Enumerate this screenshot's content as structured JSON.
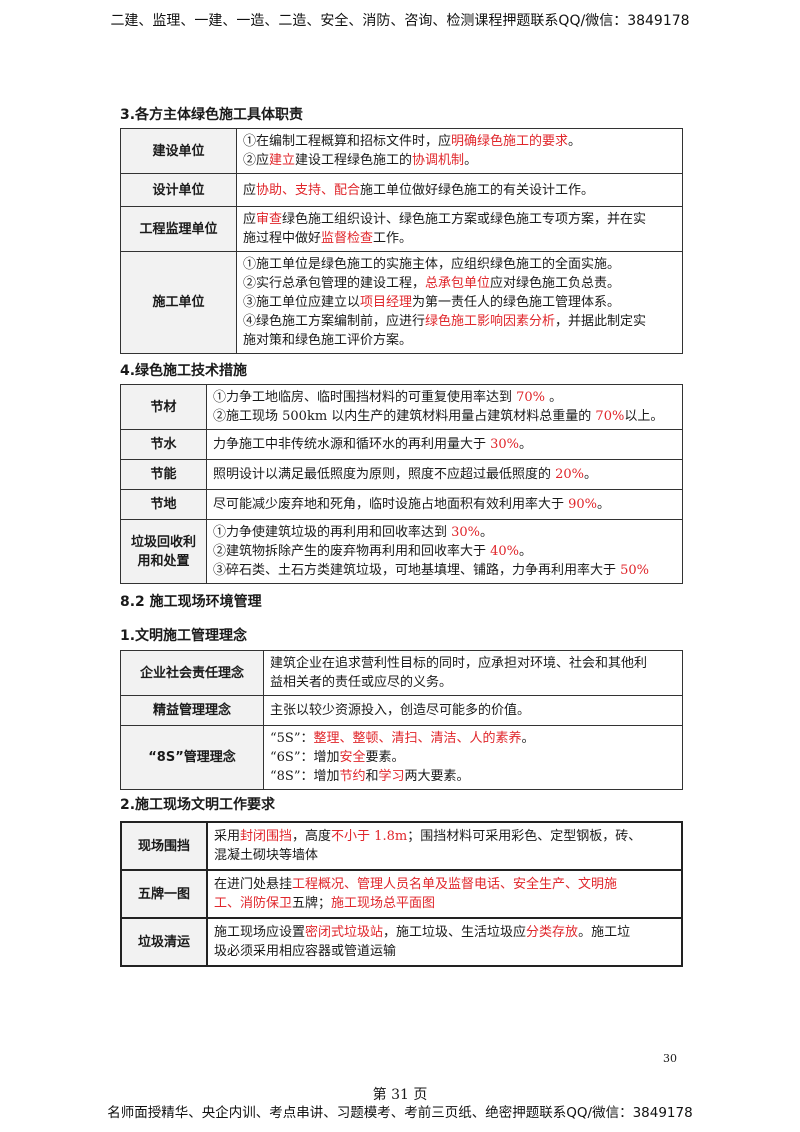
{
  "header_banner": "二建、监理、一建、一造、二造、安全、消防、咨询、检测课程押题联系QQ/微信：3849178",
  "section3": {
    "title": "3.各方主体绿色施工具体职责",
    "rows": [
      {
        "label": "建设单位",
        "lines": [
          [
            {
              "t": "①在编制工程概算和招标文件时，应"
            },
            {
              "t": "明确绿色施工的要求",
              "red": true
            },
            {
              "t": "。"
            }
          ],
          [
            {
              "t": "②应"
            },
            {
              "t": "建立",
              "red": true
            },
            {
              "t": "建设工程绿色施工的"
            },
            {
              "t": "协调机制",
              "red": true
            },
            {
              "t": "。"
            }
          ]
        ]
      },
      {
        "label": "设计单位",
        "lines": [
          [
            {
              "t": "应"
            },
            {
              "t": "协助、支持、配合",
              "red": true
            },
            {
              "t": "施工单位做好绿色施工的有关设计工作。"
            }
          ]
        ]
      },
      {
        "label": "工程监理单位",
        "lines": [
          [
            {
              "t": "应"
            },
            {
              "t": "审查",
              "red": true
            },
            {
              "t": "绿色施工组织设计、绿色施工方案或绿色施工专项方案，并在实"
            }
          ],
          [
            {
              "t": "施过程中做好"
            },
            {
              "t": "监督检查",
              "red": true
            },
            {
              "t": "工作。"
            }
          ]
        ]
      },
      {
        "label": "施工单位",
        "lines": [
          [
            {
              "t": "①施工单位是绿色施工的实施主体，应组织绿色施工的全面实施。"
            }
          ],
          [
            {
              "t": "②实行总承包管理的建设工程，"
            },
            {
              "t": "总承包单位",
              "red": true
            },
            {
              "t": "应对绿色施工负总责。"
            }
          ],
          [
            {
              "t": "③施工单位应建立以"
            },
            {
              "t": "项目经理",
              "red": true
            },
            {
              "t": "为第一责任人的绿色施工管理体系。"
            }
          ],
          [
            {
              "t": "④绿色施工方案编制前，应进行"
            },
            {
              "t": "绿色施工影响因素分析",
              "red": true
            },
            {
              "t": "，并据此制定实"
            }
          ],
          [
            {
              "t": "施对策和绿色施工评价方案。"
            }
          ]
        ]
      }
    ]
  },
  "section4": {
    "title": "4.绿色施工技术措施",
    "rows": [
      {
        "label": "节材",
        "lines": [
          [
            {
              "t": "①力争工地临房、临时围挡材料的可重复使用率达到 "
            },
            {
              "t": "70%",
              "red": true
            },
            {
              "t": " 。"
            }
          ],
          [
            {
              "t": "②施工现场 500km 以内生产的建筑材料用量占建筑材料总重量的 "
            },
            {
              "t": "70%",
              "red": true
            },
            {
              "t": "以上。"
            }
          ]
        ]
      },
      {
        "label": "节水",
        "lines": [
          [
            {
              "t": "力争施工中非传统水源和循环水的再利用量大于 "
            },
            {
              "t": "30%",
              "red": true
            },
            {
              "t": "。"
            }
          ]
        ]
      },
      {
        "label": "节能",
        "lines": [
          [
            {
              "t": "照明设计以满足最低照度为原则，照度不应超过最低照度的 "
            },
            {
              "t": "20%",
              "red": true
            },
            {
              "t": "。"
            }
          ]
        ]
      },
      {
        "label": "节地",
        "lines": [
          [
            {
              "t": "尽可能减少废弃地和死角，临时设施占地面积有效利用率大于 "
            },
            {
              "t": "90%",
              "red": true
            },
            {
              "t": "。"
            }
          ]
        ]
      },
      {
        "label": "垃圾回收利用和处置",
        "lines": [
          [
            {
              "t": "①力争使建筑垃圾的再利用和回收率达到 "
            },
            {
              "t": "30%",
              "red": true
            },
            {
              "t": "。"
            }
          ],
          [
            {
              "t": "②建筑物拆除产生的废弃物再利用和回收率大于 "
            },
            {
              "t": "40%",
              "red": true
            },
            {
              "t": "。"
            }
          ],
          [
            {
              "t": "③碎石类、土石方类建筑垃圾，可地基填埋、铺路，力争再利用率大于 "
            },
            {
              "t": "50%",
              "red": true
            }
          ]
        ]
      }
    ]
  },
  "section82": {
    "title": "8.2 施工现场环境管理"
  },
  "sub1": {
    "title": "1.文明施工管理理念",
    "rows": [
      {
        "label": "企业社会责任理念",
        "lines": [
          [
            {
              "t": "建筑企业在追求营利性目标的同时，应承担对环境、社会和其他利"
            }
          ],
          [
            {
              "t": "益相关者的责任或应尽的义务。"
            }
          ]
        ]
      },
      {
        "label": "精益管理理念",
        "lines": [
          [
            {
              "t": "主张以较少资源投入，创造尽可能多的价值。"
            }
          ]
        ]
      },
      {
        "label": "“8S”管理理念",
        "lines": [
          [
            {
              "t": "“5S”："
            },
            {
              "t": "整理、整顿、清扫、清洁、人的素养",
              "red": true
            },
            {
              "t": "。"
            }
          ],
          [
            {
              "t": "“6S”：增加"
            },
            {
              "t": "安全",
              "red": true
            },
            {
              "t": "要素。"
            }
          ],
          [
            {
              "t": "“8S”：增加"
            },
            {
              "t": "节约",
              "red": true
            },
            {
              "t": "和"
            },
            {
              "t": "学习",
              "red": true
            },
            {
              "t": "两大要素。"
            }
          ]
        ]
      }
    ]
  },
  "sub2": {
    "title": "2.施工现场文明工作要求",
    "rows": [
      {
        "label": "现场围挡",
        "lines": [
          [
            {
              "t": "采用"
            },
            {
              "t": "封闭围挡",
              "red": true
            },
            {
              "t": "，高度"
            },
            {
              "t": "不小于 1.8m",
              "red": true
            },
            {
              "t": "；围挡材料可采用彩色、定型钢板，砖、"
            }
          ],
          [
            {
              "t": "混凝土砌块等墙体"
            }
          ]
        ]
      },
      {
        "label": "五牌一图",
        "lines": [
          [
            {
              "t": "在进门处悬挂"
            },
            {
              "t": "工程概况、管理人员名单及监督电话、安全生产、文明施",
              "red": true
            }
          ],
          [
            {
              "t": "工、消防保卫",
              "red": true
            },
            {
              "t": "五牌；"
            },
            {
              "t": "施工现场总平面图",
              "red": true
            }
          ]
        ]
      },
      {
        "label": "垃圾清运",
        "lines": [
          [
            {
              "t": "施工现场应设置"
            },
            {
              "t": "密闭式垃圾站",
              "red": true
            },
            {
              "t": "，施工垃圾、生活垃圾应"
            },
            {
              "t": "分类存放",
              "red": true
            },
            {
              "t": "。施工垃"
            }
          ],
          [
            {
              "t": "圾必须采用相应容器或管道运输"
            }
          ]
        ]
      }
    ]
  },
  "page_number": "30",
  "page_label": "第 31 页",
  "footer_banner": "名师面授精华、央企内训、考点串讲、习题模考、考前三页纸、绝密押题联系QQ/微信：3849178"
}
